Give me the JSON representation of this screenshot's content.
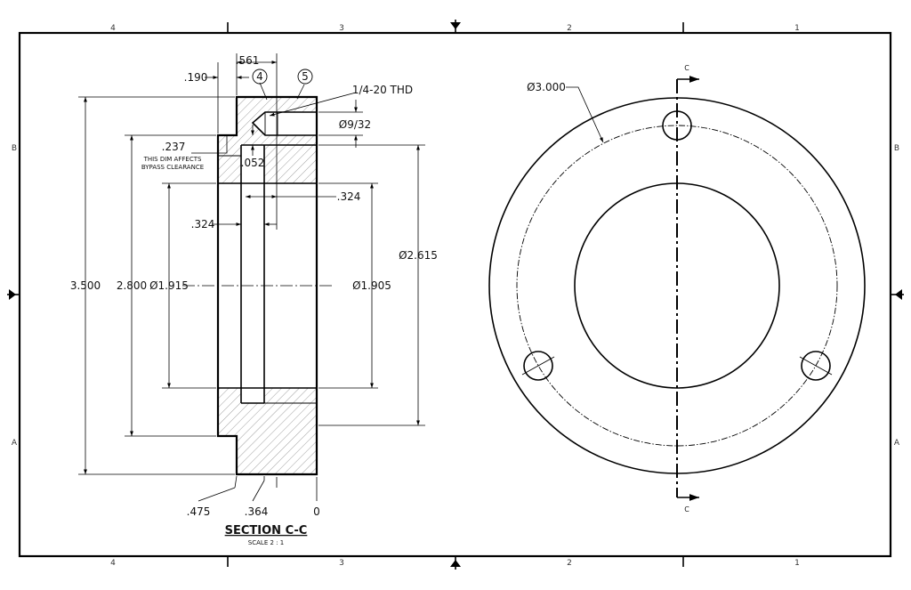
{
  "border": {
    "zones_top": [
      "4",
      "3",
      "2",
      "1"
    ],
    "zones_bottom": [
      "4",
      "3",
      "2",
      "1"
    ],
    "zones_left": [
      "B",
      "A"
    ],
    "zones_right": [
      "B",
      "A"
    ]
  },
  "section_view": {
    "dims": {
      "d561": ".561",
      "d190": ".190",
      "d237": ".237",
      "note1": "THIS DIM AFFECTS",
      "note2": "BYPASS CLEARANCE",
      "d052": ".052",
      "d324_right": ".324",
      "d324_left": ".324",
      "d3500": "3.500",
      "d2800": "2.800",
      "dia1915": "Ø1.915",
      "dia1905": "Ø1.905",
      "dia2615": "Ø2.615",
      "dia9_32": "Ø9/32",
      "thread": "1/4-20 THD",
      "d475": ".475",
      "d364": ".364",
      "d0": "0"
    },
    "balloons": [
      "4",
      "5"
    ],
    "title": "SECTION C-C",
    "scale": "SCALE 2 : 1"
  },
  "end_view": {
    "dia3000": "Ø3.000",
    "cut_label_top": "C",
    "cut_label_bottom": "C"
  }
}
